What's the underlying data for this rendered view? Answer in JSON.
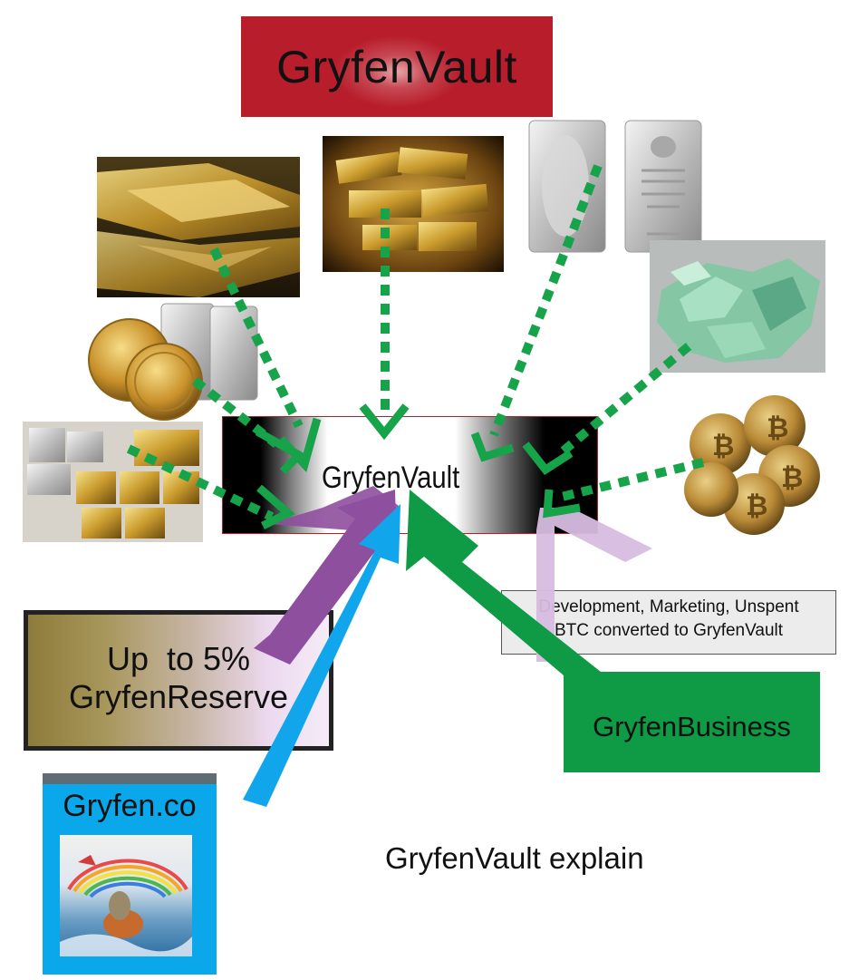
{
  "title": "GryfenVault",
  "vault_label": "GryfenVault",
  "reserve": {
    "line1": "Up  to 5%",
    "line2": "GryfenReserve"
  },
  "business": {
    "label": "GryfenBusiness"
  },
  "note": {
    "line1": "Development, Marketing, Unspent",
    "line2": "BTC converted to GryfenVault"
  },
  "gryfen_co": {
    "label": "Gryfen.co"
  },
  "caption": "GryfenVault explain",
  "colors": {
    "banner": "#b81d2b",
    "business": "#0f9a46",
    "reserve_arrow": "#8e4f9f",
    "reserve_arrow_light": "#d7bde0",
    "co_arrow": "#11a6ec",
    "dotted_arrows": "#16a34a",
    "co_panel": "#0aa8ea"
  },
  "icons": {
    "gold_bars_stack": "gold-bars-stack-image",
    "gold_bullion": "gold-bullion-image",
    "platinum_bars": "platinum-bars-image",
    "emeralds": "emerald-gems-image",
    "coins_platinum": "gold-coins-platinum-bar-image",
    "mixed_bars": "silver-gold-bars-image",
    "bitcoins": "bitcoin-coins-image",
    "gryfen_art": "gryfen-illustration-image"
  }
}
